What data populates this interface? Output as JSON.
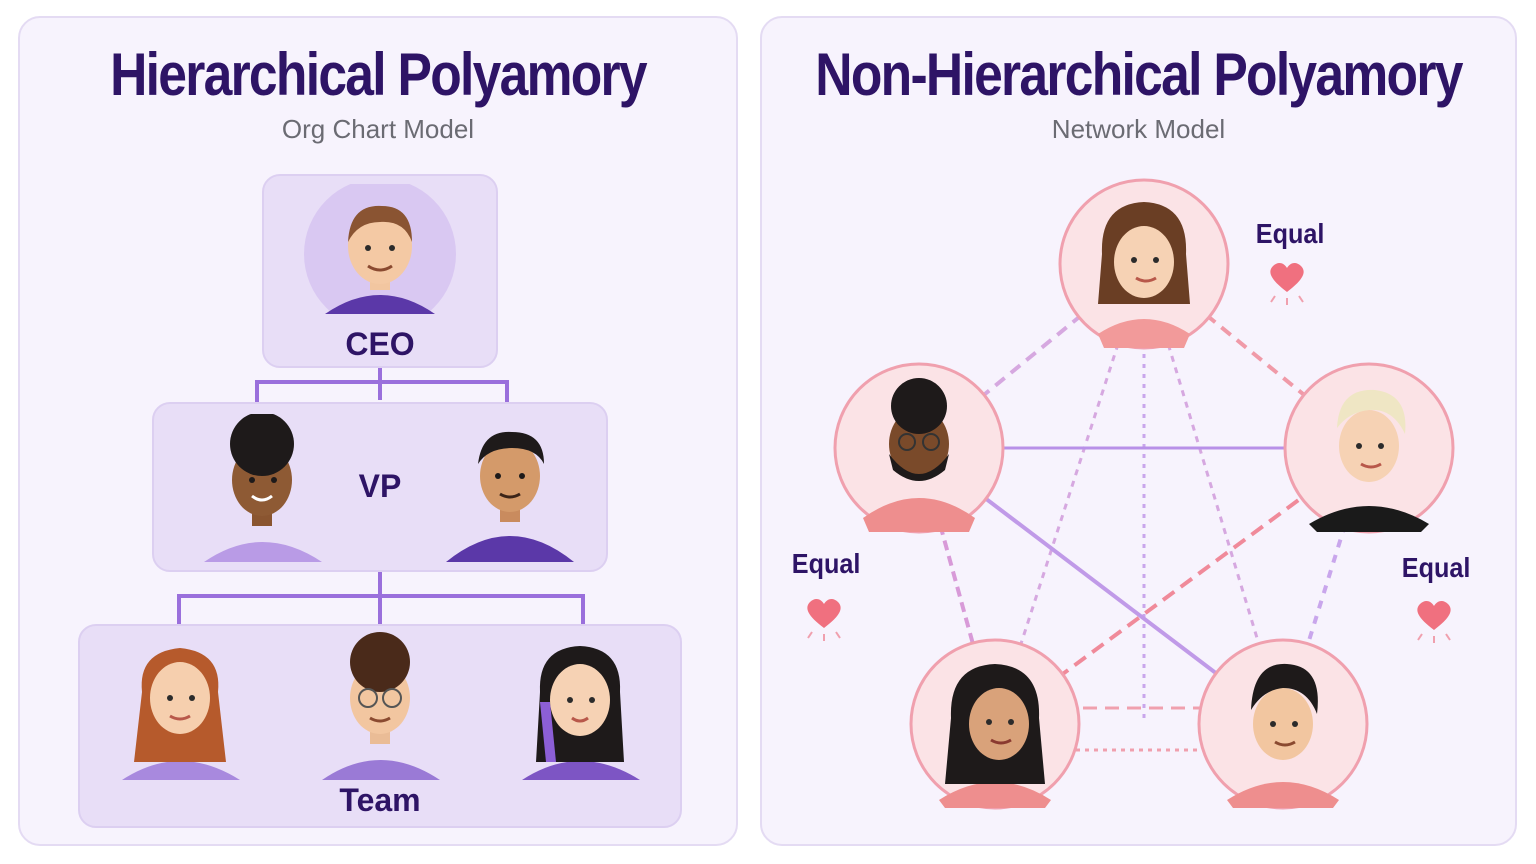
{
  "hierarchical": {
    "title": "Hierarchical Polyamory",
    "subtitle": "Org Chart Model",
    "levels": {
      "ceo": "CEO",
      "vp": "VP",
      "team": "Team"
    }
  },
  "non_hierarchical": {
    "title": "Non-Hierarchical Polyamory",
    "subtitle": "Network Model",
    "equal_labels": [
      "Equal",
      "Equal",
      "Equal"
    ]
  },
  "colors": {
    "title": "#2e1466",
    "purple_line": "#9a6fdc",
    "pink_line": "#f09aa8",
    "node_ring": "#f0a0ae",
    "heart": "#f0707f"
  }
}
